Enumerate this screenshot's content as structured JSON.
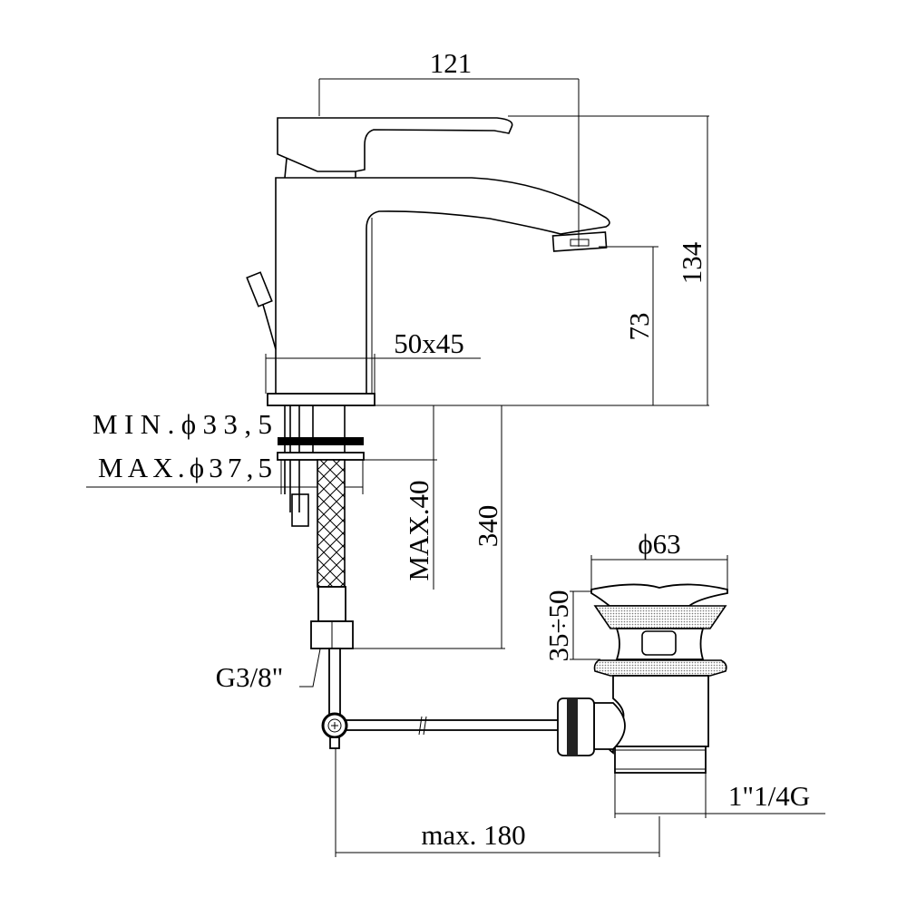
{
  "title": "Basin mixer with pop-up waste – dimension drawing",
  "dimensions": {
    "spout_reach": "121",
    "total_height": "134",
    "spout_height": "73",
    "base_size": "50x45",
    "hole_min": "MIN.ϕ33,5",
    "hole_max": "MAX.ϕ37,5",
    "max_deck_thickness": "MAX.40",
    "hose_length": "340",
    "hose_connection": "G3/8\"",
    "waste_diameter": "ϕ63",
    "waste_adjust": "35÷50",
    "waste_thread": "1\"1/4G",
    "rod_max": "max. 180"
  }
}
